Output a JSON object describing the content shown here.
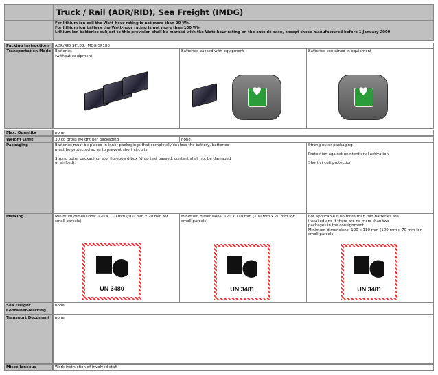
{
  "title": "Truck / Rail (ADR/RID), Sea Freight (IMDG)",
  "notes": [
    "For lithium ion cell the Watt-hour rating is not more than 20 Wh.",
    "For lithium ion battery the Watt-hour rating is not more than 100 Wh.",
    "Lithium ion batteries subject to this provision shall be marked with the Watt-hour rating on the outside case, except those manufactured before 1 January 2009"
  ],
  "rows": {
    "packing": {
      "label": "Packing Instructions",
      "value": "ADR/RID SP188, IMDG SP188"
    },
    "mode": {
      "label": "Transportation Mode",
      "cols": [
        "Batteries\n(without equipment)",
        "Batteries packed with equipment",
        "Batteries contained in equipment"
      ]
    },
    "maxq": {
      "label": "Max. Quantity",
      "value": "none"
    },
    "weight": {
      "label": "Weight Limit",
      "cols": [
        "30 kg gross weight per packaging",
        "none"
      ]
    },
    "packaging": {
      "label": "Packaging",
      "cols": [
        "Batteries must be placed in inner packagings that completely enclose the battery, batteries\nmust be protected so as to prevent short circuits.\n\nStrong outer packaging, e.g. fibreboard box (drop test passed: content shall not be damaged\nor shifted).",
        "Strong outer packaging\n\nProtection against unintentional activation\n\nShort circuit protection"
      ]
    },
    "marking": {
      "label": "Marking",
      "cols": [
        "Minimum dimensions: 120 x 110 mm (100 mm x 70 mm for small parcels)",
        "Minimum dimensions: 120 x 110 mm (100 mm x 70 mm for small parcels)",
        "not applicable if no more than two batteries are\ninstalled and if there are no more than two\npackages in the consignment\nMinimum dimensions: 120 x 110 mm (100 mm x 70 mm for small parcels)"
      ],
      "labels": [
        "UN 3480",
        "UN 3481",
        "UN 3481"
      ]
    },
    "sea": {
      "label": "Sea Freight\nContainer-Marking",
      "value": "none"
    },
    "doc": {
      "label": "Transport Document",
      "value": "none"
    },
    "misc": {
      "label": "Miscellaneous",
      "value": "Work instruction of involved staff"
    }
  }
}
